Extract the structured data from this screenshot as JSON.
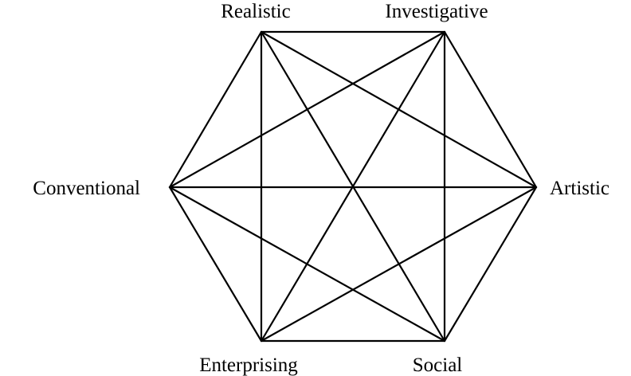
{
  "diagram": {
    "title": "",
    "type": "complete-graph-hexagon",
    "nodes": [
      {
        "id": "R",
        "label": "Realistic"
      },
      {
        "id": "I",
        "label": "Investigative"
      },
      {
        "id": "A",
        "label": "Artistic"
      },
      {
        "id": "S",
        "label": "Social"
      },
      {
        "id": "E",
        "label": "Enterprising"
      },
      {
        "id": "C",
        "label": "Conventional"
      }
    ],
    "edges": "all-pairs",
    "line_color": "#000000"
  }
}
